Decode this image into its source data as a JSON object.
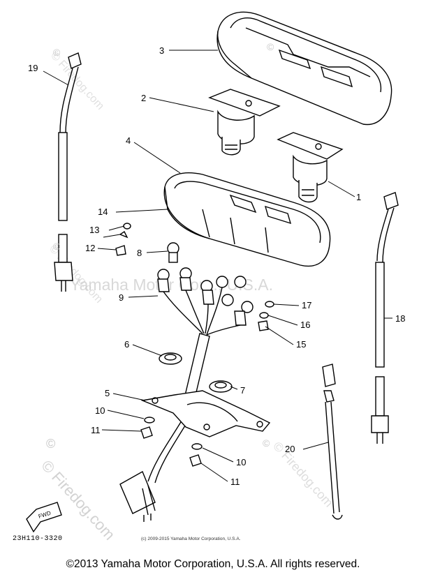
{
  "labels": [
    "1",
    "2",
    "3",
    "4",
    "5",
    "6",
    "7",
    "8",
    "9",
    "10",
    "10",
    "11",
    "11",
    "12",
    "13",
    "14",
    "15",
    "16",
    "17",
    "18",
    "19",
    "20"
  ],
  "watermarks": {
    "center": "Yamaha Motor Corp., U.S.A.",
    "firedog": "© Firedog.com",
    "firedog_short": "Firedog.com",
    "copy_mark": "©"
  },
  "fwd_label": "FWD",
  "diagram_code": "23H110-3320",
  "small_copyright": "(c) 2009-2015 Yamaha Motor Corporation, U.S.A.",
  "footer_copyright": "©2013 Yamaha Motor Corporation, U.S.A. All rights reserved."
}
